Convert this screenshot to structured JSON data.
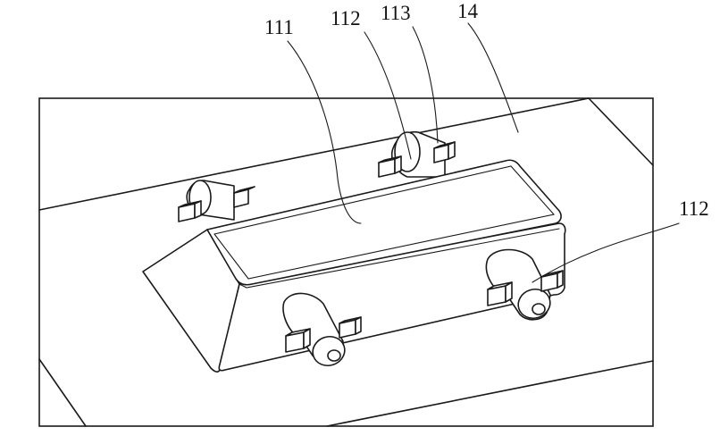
{
  "figure": {
    "labels": {
      "frame": "111",
      "pin_top": "112",
      "tab": "113",
      "base": "14",
      "pin_right": "112"
    }
  }
}
